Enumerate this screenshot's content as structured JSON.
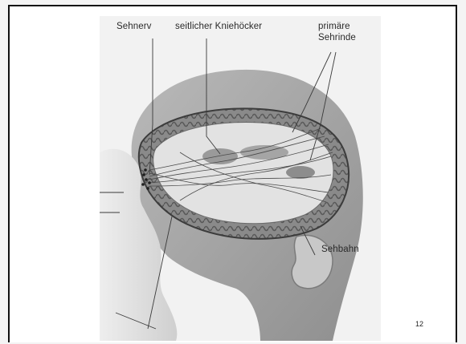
{
  "figure": {
    "labels": {
      "optic_nerve": "Sehnerv",
      "lateral_geniculate": "seitlicher Kniehöcker",
      "primary_visual_cortex_line1": "primäre",
      "primary_visual_cortex_line2": "Sehrinde",
      "optic_radiation": "Sehbahn"
    }
  },
  "slide": {
    "page_number": "12"
  }
}
